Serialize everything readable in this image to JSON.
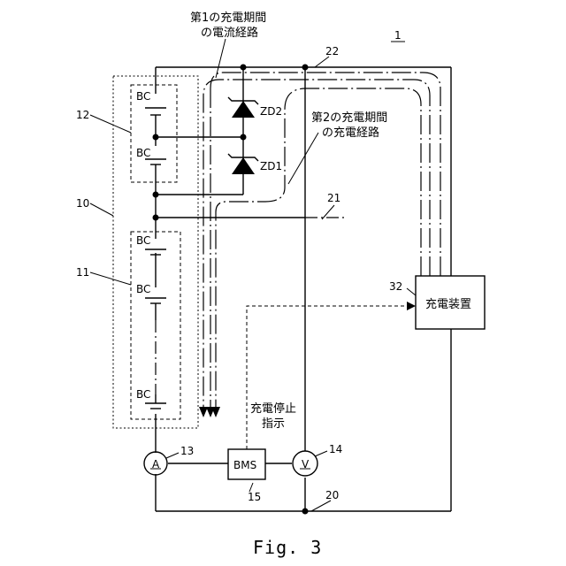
{
  "labels": {
    "path1_line1": "第1の充電期間",
    "path1_line2": "の電流経路",
    "path2_line1": "第2の充電期間",
    "path2_line2": "の充電経路",
    "ref_1": "1",
    "ref_22": "22",
    "ref_21": "21",
    "ref_20": "20",
    "ref_12": "12",
    "ref_10": "10",
    "ref_11": "11",
    "ref_13": "13",
    "ref_14": "14",
    "ref_15": "15",
    "ref_32": "32",
    "zd2": "ZD2",
    "zd1": "ZD1",
    "bc": "BC",
    "charger": "充電装置",
    "bms": "BMS",
    "ammeter": "A",
    "voltmeter": "V",
    "stop_line1": "充電停止",
    "stop_line2": "指示",
    "figure": "Fig. 3"
  }
}
